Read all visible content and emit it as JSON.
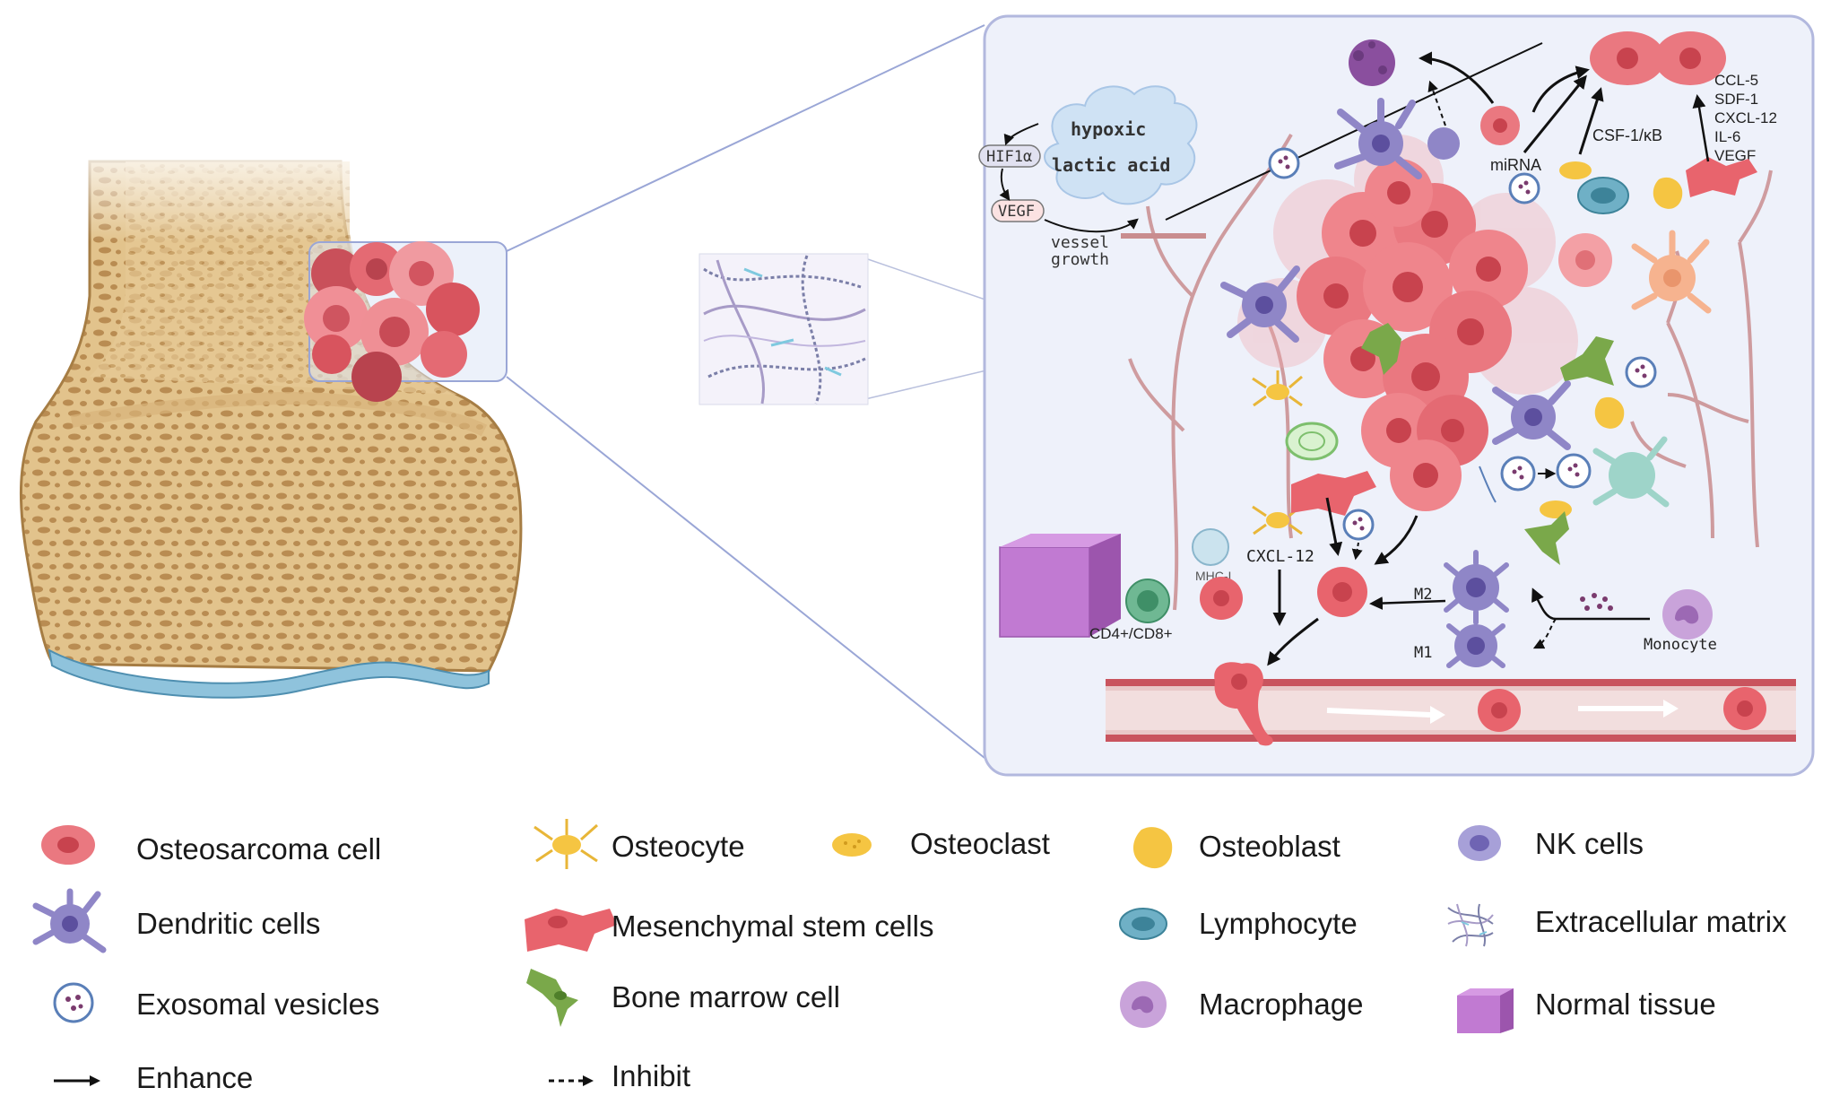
{
  "diagram": {
    "labels": {
      "hypoxic": "hypoxic",
      "lactic_acid": "lactic acid",
      "hif1a": "HIF1α",
      "vegf_pill": "VEGF",
      "vessel_growth_1": "vessel",
      "vessel_growth_2": "growth",
      "mirna": "miRNA",
      "csf": "CSF-1/κB",
      "cytokines": [
        "CCL-5",
        "SDF-1",
        "CXCL-12",
        "IL-6",
        "VEGF"
      ],
      "cxcl12": "CXCL-12",
      "mhc": "MHC-I",
      "cd4cd8": "CD4+/CD8+",
      "m2": "M2",
      "m1": "M1",
      "monocyte": "Monocyte"
    },
    "colors": {
      "bone": "#e6c995",
      "bone_dark": "#c9a468",
      "cartilage": "#8fc3dc",
      "tumor": "#e8747a",
      "tumor_dark": "#b8434e",
      "panel_border": "#b2b8de",
      "panel_fill": "#eef1fa",
      "vessel": "#c9545e"
    }
  },
  "legend": {
    "items": [
      {
        "label": "Osteosarcoma cell",
        "icon": "osteosarcoma-cell-icon"
      },
      {
        "label": "Osteocyte",
        "icon": "osteocyte-icon"
      },
      {
        "label": "Osteoclast",
        "icon": "osteoclast-icon"
      },
      {
        "label": "Osteoblast",
        "icon": "osteoblast-icon"
      },
      {
        "label": "NK cells",
        "icon": "nk-cell-icon"
      },
      {
        "label": "Dendritic cells",
        "icon": "dendritic-cell-icon"
      },
      {
        "label": "Mesenchymal stem cells",
        "icon": "mesenchymal-stem-cell-icon"
      },
      {
        "label": "Lymphocyte",
        "icon": "lymphocyte-icon"
      },
      {
        "label": "Extracellular matrix",
        "icon": "extracellular-matrix-icon"
      },
      {
        "label": "Exosomal vesicles",
        "icon": "exosomal-vesicle-icon"
      },
      {
        "label": "Bone marrow cell",
        "icon": "bone-marrow-cell-icon"
      },
      {
        "label": "Macrophage",
        "icon": "macrophage-icon"
      },
      {
        "label": "Normal tissue",
        "icon": "normal-tissue-icon"
      },
      {
        "label": "Enhance",
        "icon": "solid-arrow-icon"
      },
      {
        "label": "Inhibit",
        "icon": "dashed-arrow-icon"
      }
    ]
  }
}
